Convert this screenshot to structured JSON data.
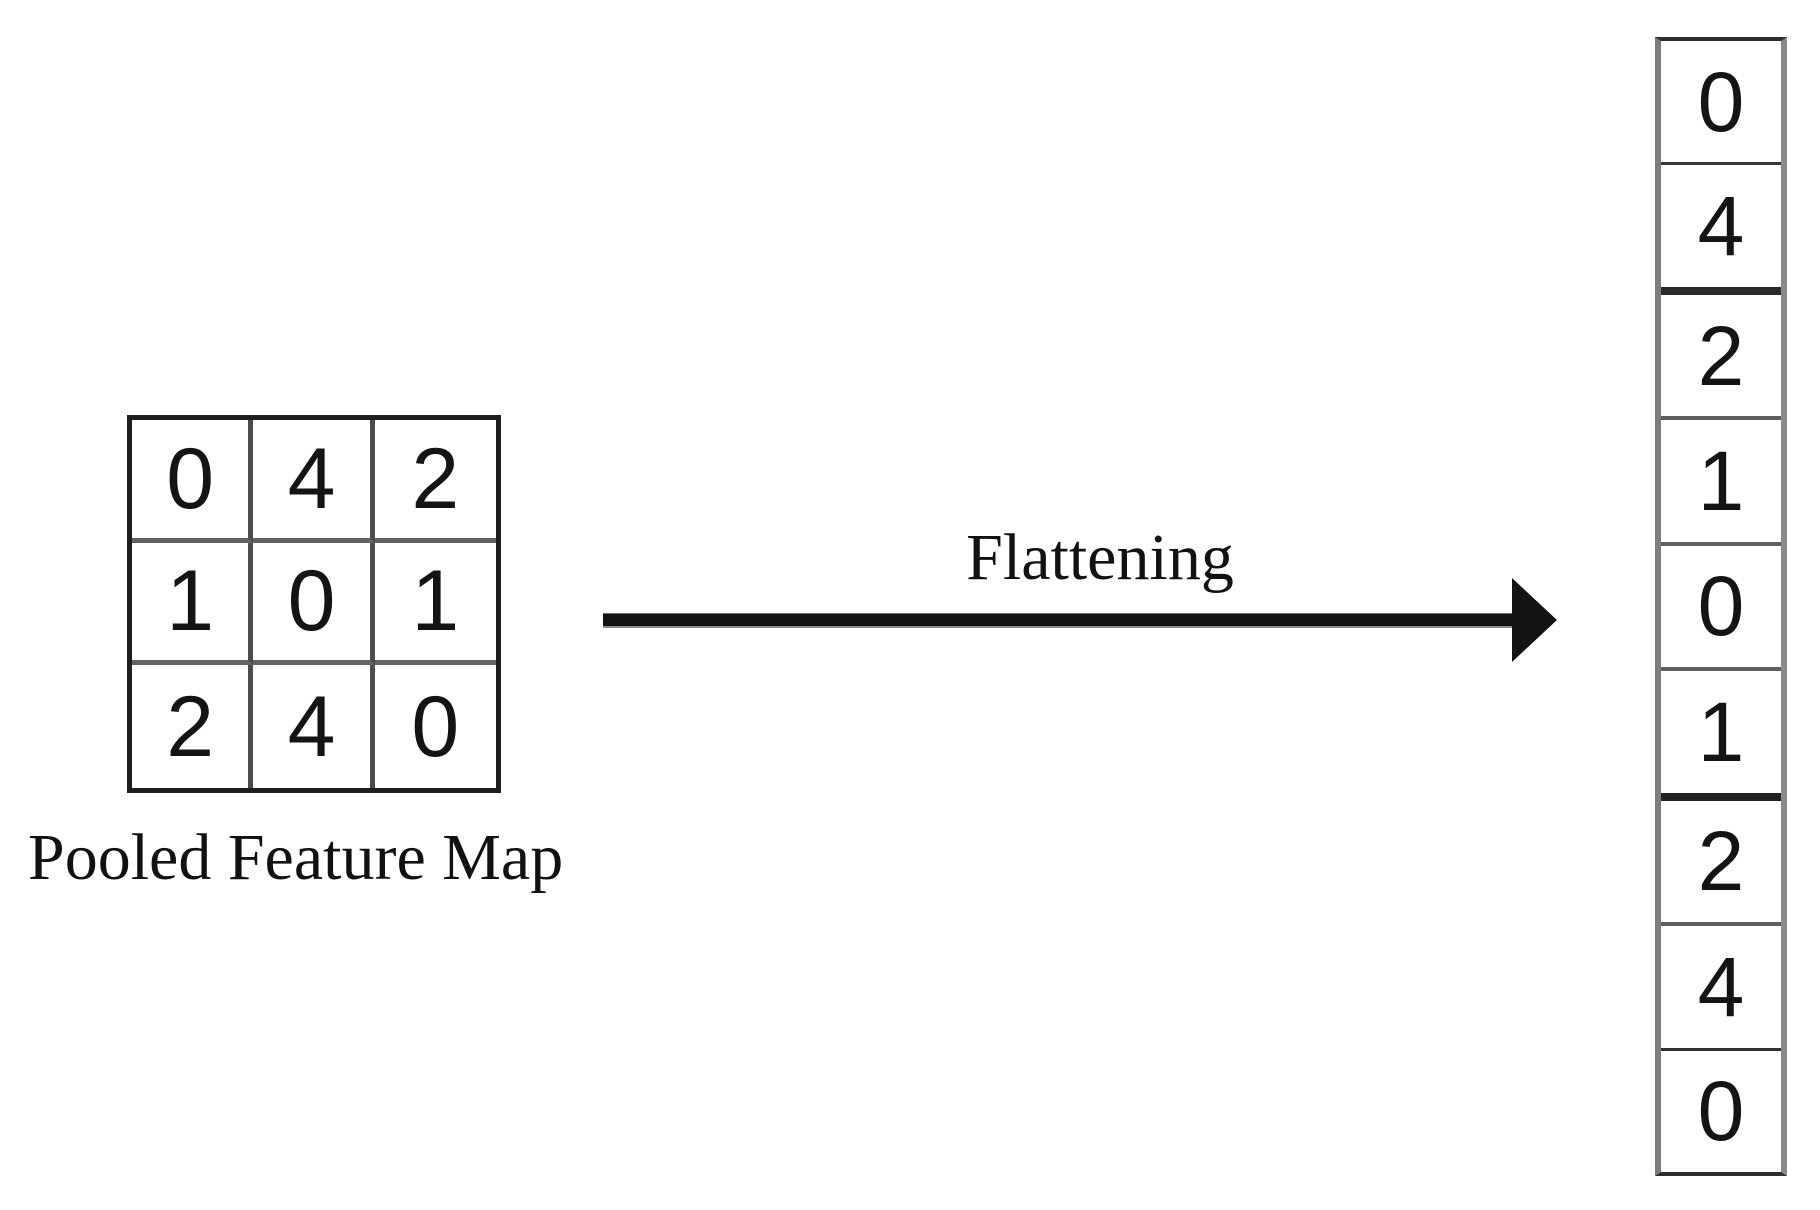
{
  "pooled_feature_map": {
    "label": "Pooled Feature Map",
    "grid": [
      [
        "0",
        "4",
        "2"
      ],
      [
        "1",
        "0",
        "1"
      ],
      [
        "2",
        "4",
        "0"
      ]
    ]
  },
  "arrow": {
    "label": "Flattening"
  },
  "flattened_vector": {
    "values": [
      "0",
      "4",
      "2",
      "1",
      "0",
      "1",
      "2",
      "4",
      "0"
    ]
  },
  "colors": {
    "background": "#ffffff",
    "ink": "#111111",
    "grid_outer_border": "#1e1e1e",
    "grid_inner_line": "#555555",
    "vector_side_border": "#7d7d7d"
  }
}
